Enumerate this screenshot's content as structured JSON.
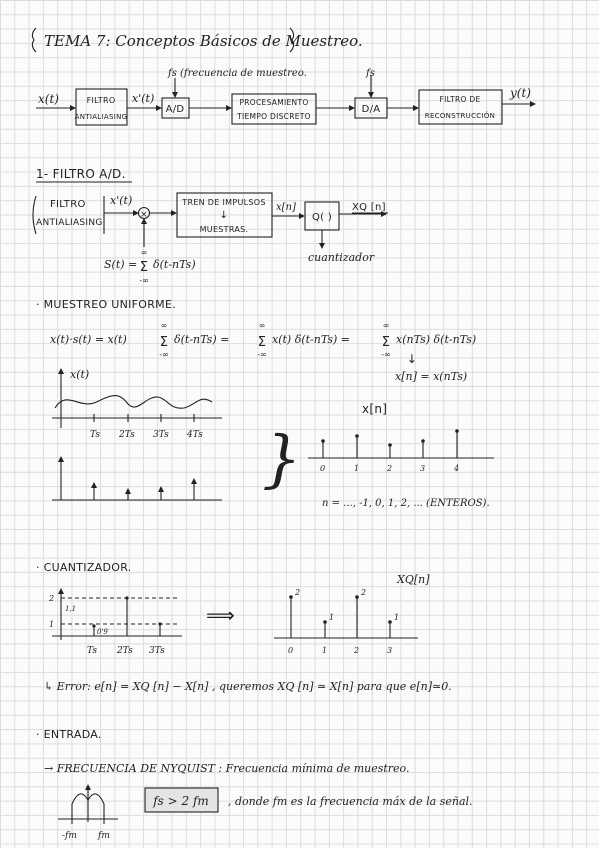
{
  "title": "TEMA 7: Conceptos Básicos de Muestreo.",
  "system": {
    "fs_label": "fs (frecuencia de muestreo.",
    "fs_label2": "fs",
    "input": "x(t)",
    "filtro_line1": "FILTRO",
    "filtro_line2": "ANTIALIASING",
    "xprime": "x'(t)",
    "ad": "A/D",
    "proc_line1": "PROCESAMIENTO",
    "proc_line2": "TIEMPO DISCRETO",
    "da": "D/A",
    "rec_line1": "FILTRO DE",
    "rec_line2": "RECONSTRUCCIÓN",
    "output": "y(t)"
  },
  "section1": {
    "heading": "1- FILTRO A/D.",
    "filtro_line1": "FILTRO",
    "filtro_line2": "ANTIALIASING",
    "xprime": "x'(t)",
    "multiplier": "×",
    "tren_line1": "TREN DE IMPULSOS",
    "tren_arrow": "↓",
    "tren_line2": "MUESTRAS.",
    "xn": "x[n]",
    "quant": "Q( )",
    "xq": "XQ [n]",
    "cuantizador": "cuantizador",
    "st_lhs": "S(t) =",
    "st_upper": "∞",
    "st_sigma": "Σ",
    "st_lower": "-∞",
    "st_rhs": "δ(t-nTs)"
  },
  "muestreo": {
    "heading": "· MUESTREO UNIFORME.",
    "eq_part1": "x(t)·s(t) = x(t)",
    "eq_part2": "δ(t-nTs) =",
    "eq_part3": "x(t) δ(t-nTs) =",
    "eq_part4": "x(nTs) δ(t-nTs)",
    "sum_upper": "∞",
    "sum_sigma": "Σ",
    "sum_lower": "-∞",
    "arrow": "↓",
    "xn_eq": "x[n] = x(nTs)",
    "xt_label": "x(t)",
    "ticks": [
      "Ts",
      "2Ts",
      "3Ts",
      "4Ts"
    ],
    "brace": "}",
    "xn_label": "x[n]",
    "n_ticks": [
      "0",
      "1",
      "2",
      "3",
      "4"
    ],
    "enteros": "n = ..., -1, 0, 1, 2, ...   (ENTEROS)."
  },
  "cuantizador": {
    "heading": "· CUANTIZADOR.",
    "y_labels": [
      "2",
      "1,1",
      "1"
    ],
    "inner_label": "0'9",
    "x_ticks": [
      "Ts",
      "2Ts",
      "3Ts"
    ],
    "arrow": "⟹",
    "xq_label": "XQ[n]",
    "stem_labels": [
      "2",
      "1",
      "2",
      "1"
    ],
    "n_ticks": [
      "0",
      "1",
      "2",
      "3"
    ],
    "error_text": "↳ Error:  e[n] = XQ [n] − X[n] ,   queremos   XQ [n] ≃ X[n]  para que  e[n]≃0."
  },
  "entrada": {
    "heading": "· ENTRADA.",
    "nyquist": "→ FRECUENCIA DE NYQUIST : Frecuencia mínima de muestreo.",
    "boxed": "fs > 2 fm",
    "donde": ", donde  fm  es la frecuencia máx de la señal.",
    "neg_fm": "-fm",
    "pos_fm": "fm"
  }
}
